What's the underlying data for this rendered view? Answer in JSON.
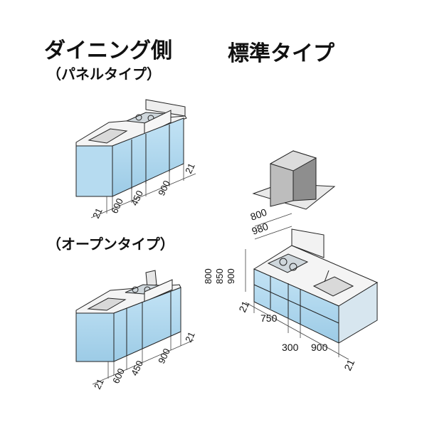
{
  "titles": {
    "dining_side": "ダイニング側",
    "panel_type": "（パネルタイプ）",
    "standard_type": "標準タイプ",
    "open_type": "（オープンタイプ）"
  },
  "panel_unit_dims": {
    "left_end": "21",
    "w1": "600",
    "w2": "450",
    "w3": "900",
    "right_end": "21"
  },
  "open_unit_dims": {
    "left_end": "21",
    "w1": "600",
    "w2": "450",
    "w3": "900",
    "right_end": "21"
  },
  "standard_unit_dims": {
    "depth1": "800",
    "depth2": "980",
    "heights": [
      "800",
      "850",
      "900"
    ],
    "left_end": "21",
    "w1": "750",
    "w2": "300",
    "w3": "900",
    "right_end": "21"
  },
  "colors": {
    "cabinet_blue": "#a9d5ee",
    "cabinet_shade": "#7fb6d6",
    "outline": "#222222",
    "counter": "#f2f2f2",
    "hood": "#cfcfcf"
  }
}
